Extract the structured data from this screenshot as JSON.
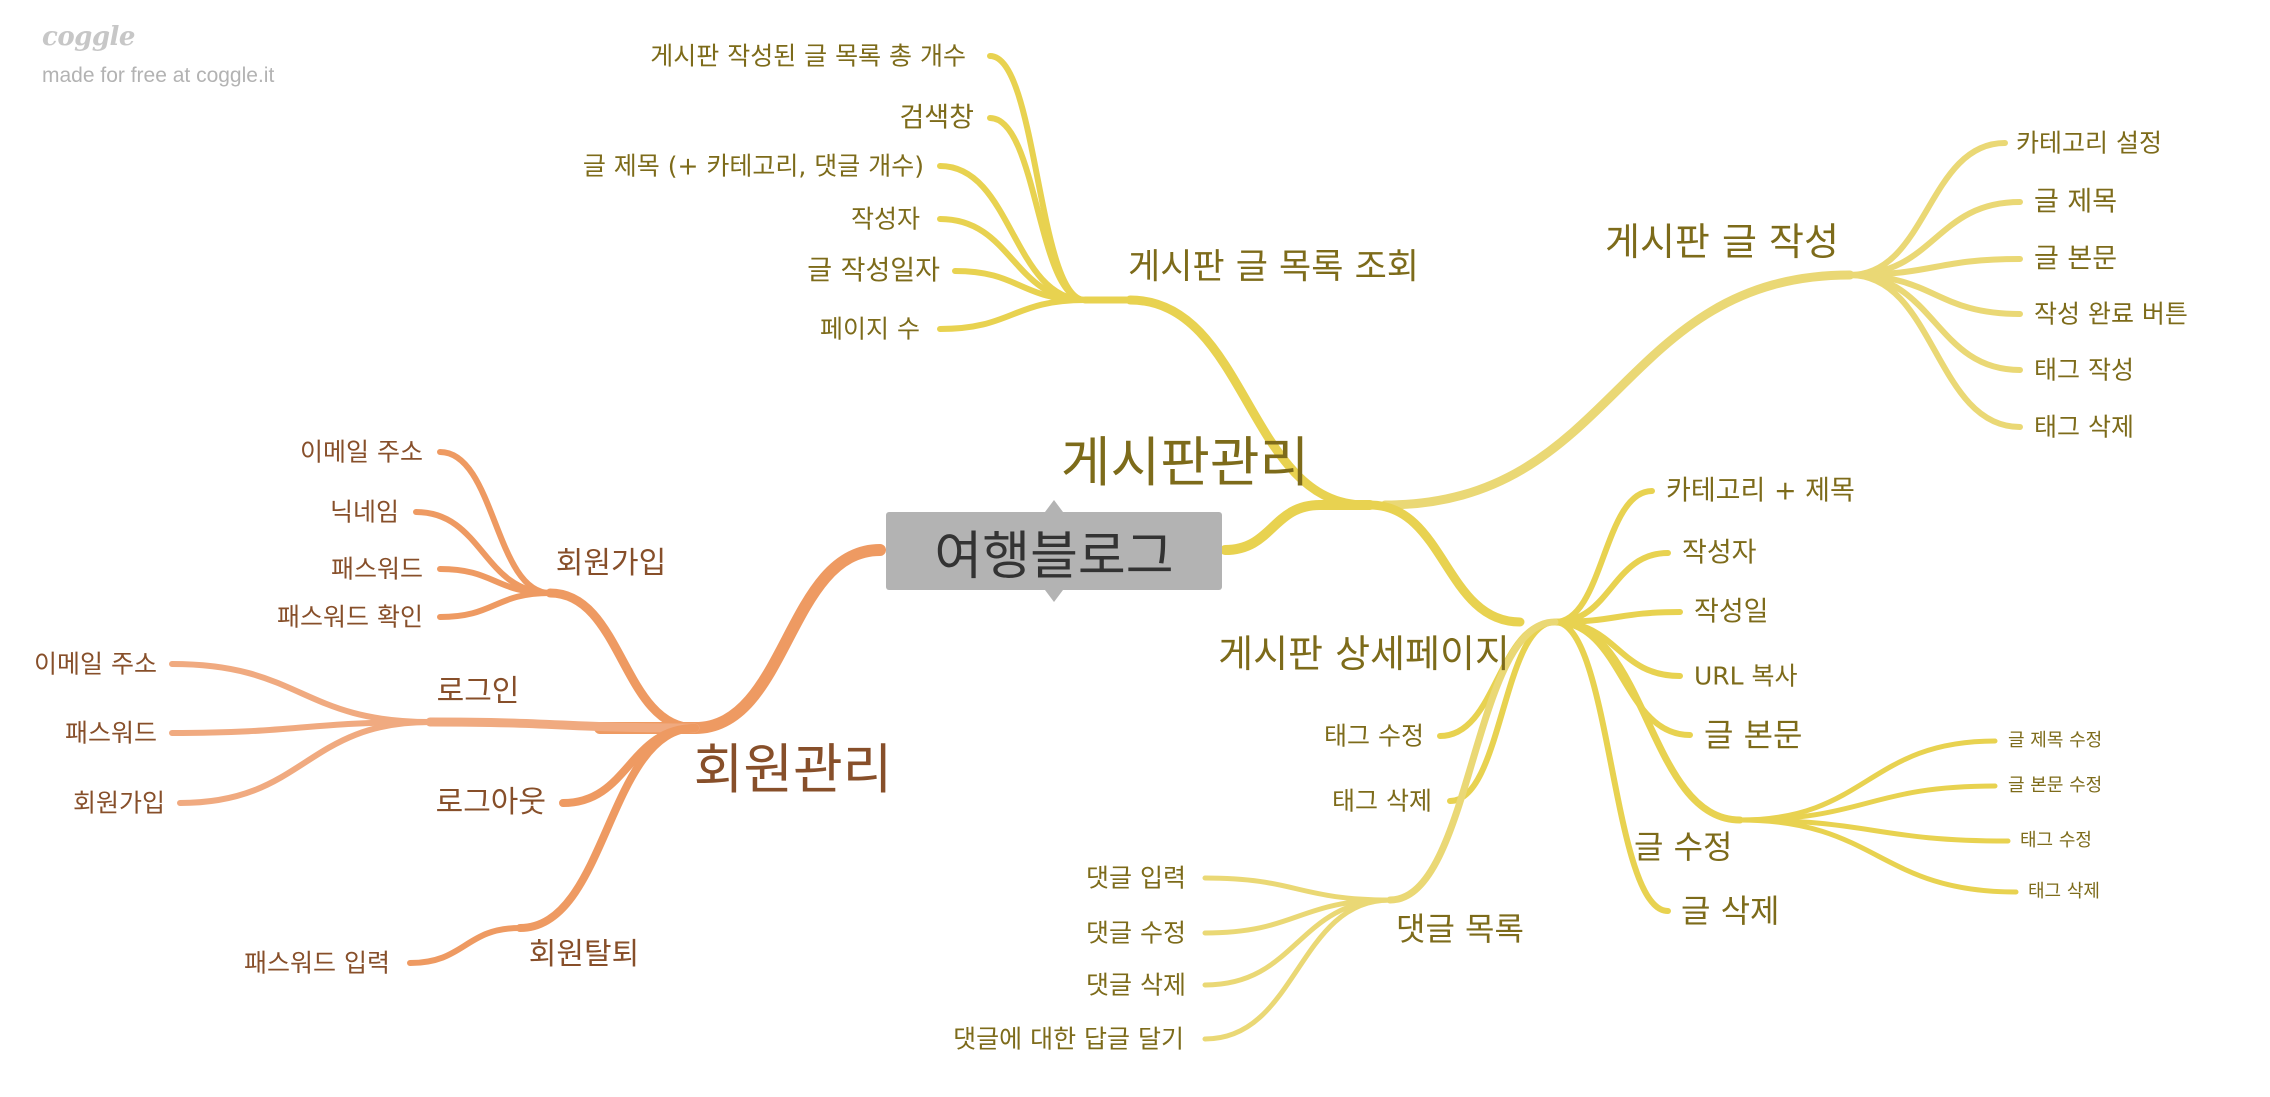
{
  "watermark": {
    "logo": "coggle",
    "tagline": "made for free at coggle.it"
  },
  "root": {
    "label": "여행블로그"
  },
  "colors": {
    "yellow": "#e8d250",
    "yellow_light": "#ead875",
    "orange": "#ee9a62",
    "orange_light": "#f0aa80",
    "text_olive": "#7d6b1a",
    "text_brown": "#874f2a"
  },
  "branches": {
    "board": {
      "label": "게시판관리",
      "list": {
        "label": "게시판 글 목록 조회",
        "children": [
          "게시판 작성된 글 목록 총 개수",
          "검색창",
          "글 제목 (+ 카테고리, 댓글 개수)",
          "작성자",
          "글 작성일자",
          "페이지 수"
        ]
      },
      "write": {
        "label": "게시판 글 작성",
        "children": [
          "카테고리 설정",
          "글 제목",
          "글 본문",
          "작성 완료 버튼",
          "태그 작성",
          "태그 삭제"
        ]
      },
      "detail": {
        "label": "게시판 상세페이지",
        "children": [
          "카테고리 + 제목",
          "작성자",
          "작성일",
          "URL 복사",
          "글 본문",
          "태그 수정",
          "태그 삭제",
          "글 삭제"
        ],
        "edit": {
          "label": "글 수정",
          "children": [
            "글 제목 수정",
            "글 본문 수정",
            "태그 수정",
            "태그 삭제"
          ]
        },
        "comments": {
          "label": "댓글 목록",
          "children": [
            "댓글 입력",
            "댓글 수정",
            "댓글 삭제",
            "댓글에 대한 답글 달기"
          ]
        }
      }
    },
    "member": {
      "label": "회원관리",
      "signup": {
        "label": "회원가입",
        "children": [
          "이메일 주소",
          "닉네임",
          "패스워드",
          "패스워드 확인"
        ]
      },
      "login": {
        "label": "로그인",
        "children": [
          "이메일 주소",
          "패스워드",
          "회원가입"
        ]
      },
      "logout": {
        "label": "로그아웃"
      },
      "withdraw": {
        "label": "회원탈퇴",
        "children": [
          "패스워드 입력"
        ]
      }
    }
  }
}
